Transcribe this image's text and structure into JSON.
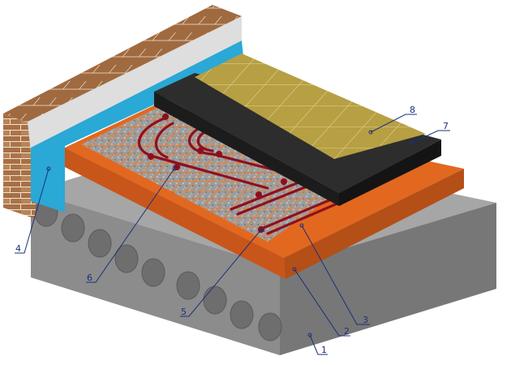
{
  "colors": {
    "slab_top": "#a9a9a9",
    "slab_front": "#8d8d8d",
    "slab_side": "#7b7b7b",
    "insulation_top": "#e2681f",
    "insulation_front": "#c8561a",
    "screed": "#9a9a9a",
    "mesh": "#f07a2a",
    "pipe": "#8e1020",
    "leveling_top": "#2d2d2d",
    "leveling_side": "#1c1c1c",
    "tile": "#b39a3e",
    "tile_joint": "#d8c985",
    "brick": "#b07a4e",
    "brick_mortar": "#f1e2cc",
    "plaster": "#dedede",
    "damper_tape": "#2aa8d6",
    "leader_line": "#1c2f7a"
  },
  "callouts": [
    {
      "id": "1",
      "label": "1"
    },
    {
      "id": "2",
      "label": "2"
    },
    {
      "id": "3",
      "label": "3"
    },
    {
      "id": "4",
      "label": "4"
    },
    {
      "id": "5",
      "label": "5"
    },
    {
      "id": "6",
      "label": "6"
    },
    {
      "id": "7",
      "label": "7"
    },
    {
      "id": "8",
      "label": "8"
    }
  ]
}
